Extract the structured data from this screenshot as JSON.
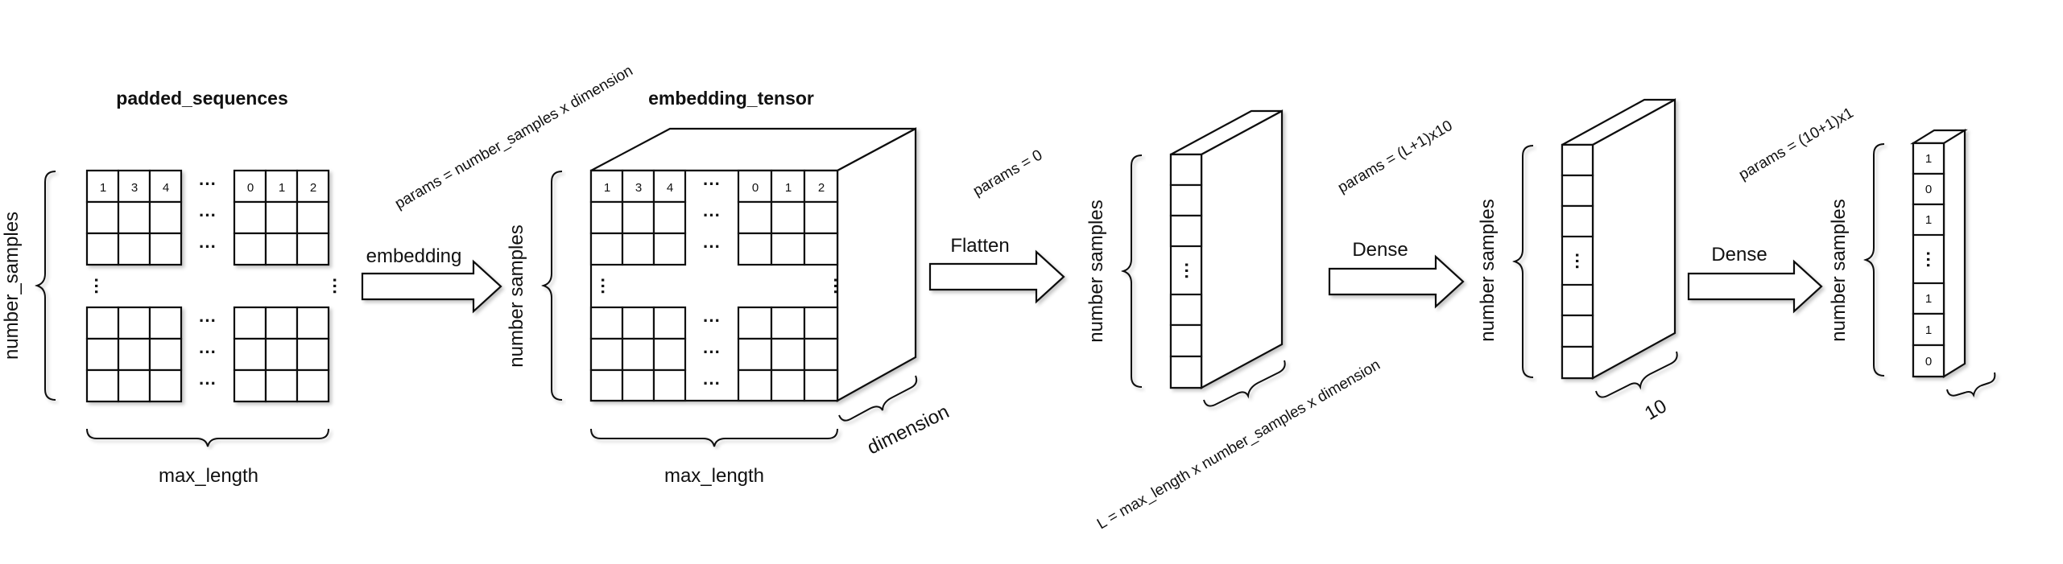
{
  "padded": {
    "title": "padded_sequences",
    "row_label": "number_samples",
    "col_label": "max_length",
    "first_row_left": [
      "1",
      "3",
      "4"
    ],
    "first_row_right": [
      "0",
      "1",
      "2"
    ]
  },
  "embedding": {
    "arrow_label": "embedding",
    "params": "params = number_samples x dimension",
    "title": "embedding_tensor",
    "row_label": "number samples",
    "col_label": "max_length",
    "depth_label": "dimension",
    "first_row_left": [
      "1",
      "3",
      "4"
    ],
    "first_row_right": [
      "0",
      "1",
      "2"
    ]
  },
  "flatten": {
    "arrow_label": "Flatten",
    "params": "params = 0",
    "row_label": "number samples",
    "length_label": "L = max_length x number_samples x dimension"
  },
  "dense1": {
    "arrow_label": "Dense",
    "params": "params = (L+1)x10",
    "row_label": "number samples",
    "width_label": "10"
  },
  "dense2": {
    "arrow_label": "Dense",
    "params": "params = (10+1)x1",
    "row_label": "number samples",
    "values_top": [
      "1",
      "0",
      "1"
    ],
    "values_bottom": [
      "1",
      "1",
      "0"
    ]
  }
}
